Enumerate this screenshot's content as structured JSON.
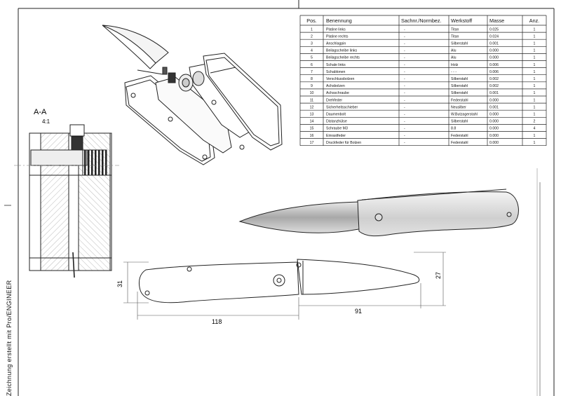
{
  "side_note": "Zeichnung erstellt mit Pro/ENGINEER",
  "section": {
    "title": "A-A",
    "scale": "4:1"
  },
  "dimensions": {
    "length_total": "118",
    "blade_length": "91",
    "handle_height": "31",
    "blade_height": "27"
  },
  "bom": {
    "headers": [
      "Pos.",
      "Benennung",
      "Sachnr./Normbez.",
      "Werkstoff",
      "Masse",
      "Anz."
    ],
    "rows": [
      [
        "1",
        "Platine links",
        "-",
        "Titan",
        "0.025",
        "1"
      ],
      [
        "2",
        "Platine rechts",
        "-",
        "Titan",
        "0.024",
        "1"
      ],
      [
        "3",
        "Anschlagpin",
        "-",
        "Silberstahl",
        "0.001",
        "1"
      ],
      [
        "4",
        "Beilagscheibe links",
        "-",
        "Alu",
        "0.000",
        "1"
      ],
      [
        "5",
        "Beilagscheibe rechts",
        "-",
        "Alu",
        "0.000",
        "1"
      ],
      [
        "6",
        "Schale links",
        "-",
        "Holz",
        "0.006",
        "1"
      ],
      [
        "7",
        "Schablonen",
        "-",
        "- - -",
        "0.006",
        "1"
      ],
      [
        "8",
        "Verschlussbolzen",
        "-",
        "Silberstahl",
        "0.002",
        "1"
      ],
      [
        "9",
        "Achsbolzen",
        "-",
        "Silberstahl",
        "0.002",
        "1"
      ],
      [
        "10",
        "Achsschraube",
        "-",
        "Silberstahl",
        "0.001",
        "1"
      ],
      [
        "11",
        "Drehfeder",
        "-",
        "Federstahl",
        "0.000",
        "1"
      ],
      [
        "12",
        "Sicherheitsschieber",
        "-",
        "Neusilber",
        "0.001",
        "1"
      ],
      [
        "13",
        "Daumenbolt",
        "-",
        "W.Butzagerstahl",
        "0.000",
        "1"
      ],
      [
        "14",
        "Distanzhülse",
        "-",
        "Silberstahl",
        "0.000",
        "2"
      ],
      [
        "15",
        "Schraube M3",
        "-",
        "8.8",
        "0.000",
        "4"
      ],
      [
        "16",
        "Einrastfeder",
        "-",
        "Federstahl",
        "0.000",
        "1"
      ],
      [
        "17",
        "Druckfeder für Bolzen",
        "-",
        "Federstahl",
        "0.000",
        "1"
      ]
    ]
  }
}
